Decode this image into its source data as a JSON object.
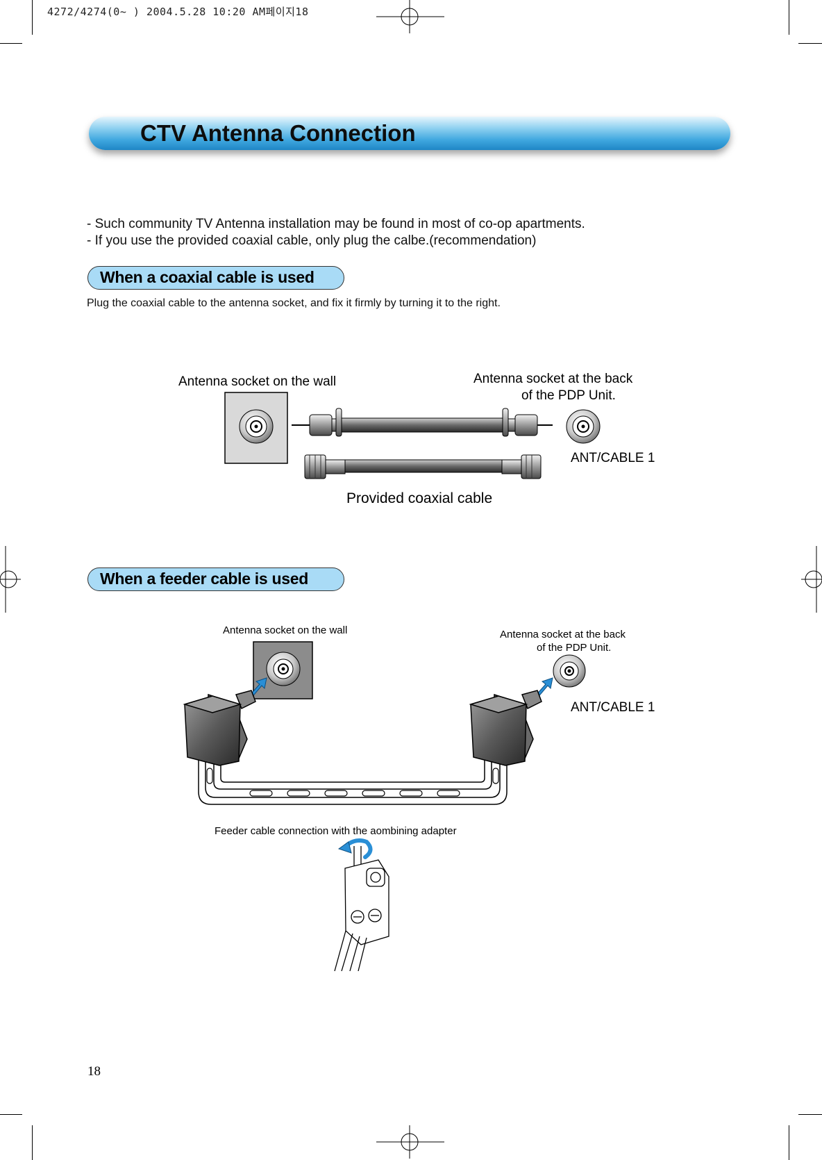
{
  "print_header": "4272/4274(0~ ) 2004.5.28 10:20 AM페이지18",
  "title": "CTV Antenna Connection",
  "intro_lines": [
    "- Such community TV Antenna installation may be found in most of co-op apartments.",
    "- If you use the provided coaxial cable, only plug the calbe.(recommendation)"
  ],
  "coaxial_section": {
    "heading": "When a coaxial cable is used",
    "instruction": "Plug the coaxial cable to the antenna socket, and fix it firmly by turning it to the right.",
    "wall_socket_label": "Antenna socket on the wall",
    "back_socket_label_line1": "Antenna socket at the back",
    "back_socket_label_line2": "of the PDP Unit.",
    "port_label": "ANT/CABLE 1",
    "cable_label": "Provided coaxial cable"
  },
  "feeder_section": {
    "heading": "When a feeder cable is used",
    "wall_socket_label": "Antenna socket on the wall",
    "back_socket_label_line1": "Antenna socket at the back",
    "back_socket_label_line2": "of the PDP Unit.",
    "port_label": "ANT/CABLE 1",
    "adapter_label": "Feeder cable connection with the aombining adapter"
  },
  "page_number": "18",
  "colors": {
    "title_bar": "#3fa7df",
    "section_pill": "#a9dbf6",
    "arrow_blue": "#2a8fd6"
  }
}
